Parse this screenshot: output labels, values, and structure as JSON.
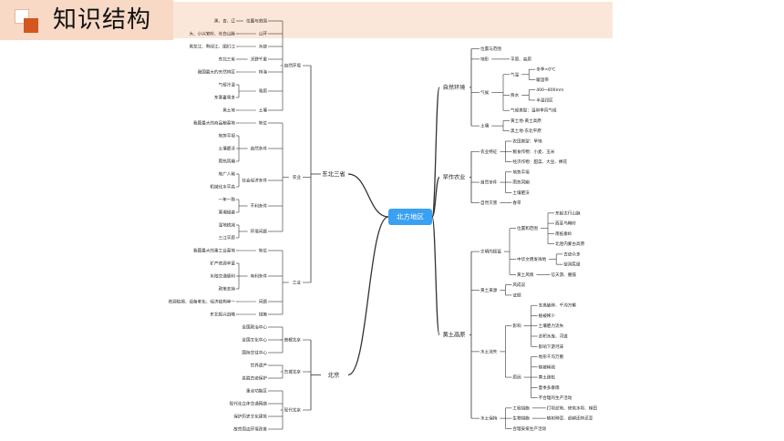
{
  "page_title": "知识结构",
  "center": "北方地区",
  "colors": {
    "accent": "#3aa1f2",
    "header_bg": "#f7d9c6",
    "header_square": "#d3561f",
    "line": "#333333"
  },
  "left": [
    {
      "label": "东北三省",
      "children": [
        {
          "label": "自然环境",
          "children": [
            {
              "label": "位置与范围",
              "children": [
                {
                  "label": "黑、吉、辽"
                }
              ]
            },
            {
              "label": "山环",
              "children": [
                {
                  "label": "大、小兴安岭、长白山脉"
                }
              ]
            },
            {
              "label": "水绕",
              "children": [
                {
                  "label": "黑龙江、鸭绿江、图们江"
                }
              ]
            },
            {
              "label": "沃野千里",
              "children": [
                {
                  "label": "东北三省"
                }
              ]
            },
            {
              "label": "林海",
              "children": [
                {
                  "label": "我国最大的天然林区"
                }
              ]
            },
            {
              "label": "雪原",
              "children": [
                {
                  "label": "气候冷湿"
                },
                {
                  "label": "东寒暑雪多"
                }
              ]
            },
            {
              "label": "土壤",
              "children": [
                {
                  "label": "黑土地"
                }
              ]
            }
          ]
        },
        {
          "label": "农业",
          "children": [
            {
              "label": "地位",
              "children": [
                {
                  "label": "我国最大的商品粮基地"
                }
              ]
            },
            {
              "label": "自然条件",
              "children": [
                {
                  "label": "地势平坦"
                },
                {
                  "label": "土壤肥沃"
                },
                {
                  "label": "雨热同期"
                }
              ]
            },
            {
              "label": "社会经济条件",
              "children": [
                {
                  "label": "地广人稀"
                },
                {
                  "label": "机械化水平高"
                }
              ]
            },
            {
              "label": "不利条件",
              "children": [
                {
                  "label": "一年一熟"
                },
                {
                  "label": "寒潮侵袭"
                }
              ]
            },
            {
              "label": "环境问题",
              "children": [
                {
                  "label": "湿地锐减"
                },
                {
                  "label": "三江平原"
                }
              ]
            }
          ]
        },
        {
          "label": "工业",
          "children": [
            {
              "label": "地位",
              "children": [
                {
                  "label": "我国最大的重工业基地"
                }
              ]
            },
            {
              "label": "有利条件",
              "children": [
                {
                  "label": "矿产资源丰富"
                },
                {
                  "label": "水陆交通便利"
                },
                {
                  "label": "政策支持"
                }
              ]
            },
            {
              "label": "问题",
              "children": [
                {
                  "label": "资源枯竭、设备老化、经济结构单一"
                }
              ]
            },
            {
              "label": "措施",
              "children": [
                {
                  "label": "东北振兴战略"
                }
              ]
            }
          ]
        }
      ]
    },
    {
      "label": "北京",
      "children": [
        {
          "label": "首都北京",
          "children": [
            {
              "label": "全国政治中心"
            },
            {
              "label": "全国文化中心"
            },
            {
              "label": "国际交往中心"
            }
          ]
        },
        {
          "label": "古城北京",
          "children": [
            {
              "label": "世界遗产"
            },
            {
              "label": "名胜古迹保护"
            }
          ]
        },
        {
          "label": "现代北京",
          "children": [
            {
              "label": "重点功能区"
            },
            {
              "label": "现代化立体交通网络"
            },
            {
              "label": "保护历史文化建筑"
            },
            {
              "label": "故宫周边环境改善"
            }
          ]
        }
      ]
    }
  ],
  "right": [
    {
      "label": "自然环境",
      "children": [
        {
          "label": "位置与范围"
        },
        {
          "label": "地形",
          "children": [
            {
              "label": "平原、高原"
            }
          ]
        },
        {
          "label": "气候",
          "children": [
            {
              "label": "气温",
              "children": [
                {
                  "label": "冬季<0℃"
                },
                {
                  "label": "暖温带"
                }
              ]
            },
            {
              "label": "降水",
              "children": [
                {
                  "label": "400~800mm"
                },
                {
                  "label": "半湿润区"
                }
              ]
            },
            {
              "label": "气候类型：温带季风气候"
            }
          ]
        },
        {
          "label": "土壤",
          "children": [
            {
              "label": "黄土地-黄土高原"
            },
            {
              "label": "黑土地-东北平原"
            }
          ]
        }
      ]
    },
    {
      "label": "旱作农业",
      "children": [
        {
          "label": "农业特征",
          "children": [
            {
              "label": "农田类型：旱地"
            },
            {
              "label": "粮食作物：小麦、玉米"
            },
            {
              "label": "经济作物：甜菜、大豆、棉花"
            }
          ]
        },
        {
          "label": "自然条件",
          "children": [
            {
              "label": "地势平坦"
            },
            {
              "label": "雨热同期"
            },
            {
              "label": "土壤肥沃"
            }
          ]
        },
        {
          "label": "自然灾害",
          "children": [
            {
              "label": "春旱"
            }
          ]
        }
      ]
    },
    {
      "label": "黄土高原",
      "children": [
        {
          "label": "文明的摇篮",
          "children": [
            {
              "label": "位置和范围",
              "children": [
                {
                  "label": "东起太行山脉"
                },
                {
                  "label": "西至乌鞘岭"
                },
                {
                  "label": "南抵秦岭"
                },
                {
                  "label": "北连内蒙古高原"
                }
              ]
            },
            {
              "label": "中华文明发祥地",
              "children": [
                {
                  "label": "古迹众多"
                },
                {
                  "label": "窑洞民居"
                }
              ]
            },
            {
              "label": "黄土风情",
              "children": [
                {
                  "label": "信天游、腰鼓"
                }
              ]
            }
          ]
        },
        {
          "label": "黄土来源",
          "children": [
            {
              "label": "风成说"
            },
            {
              "label": "证据"
            }
          ]
        },
        {
          "label": "水土流失",
          "children": [
            {
              "label": "影响",
              "children": [
                {
                  "label": "支离破碎、千沟万壑"
                },
                {
                  "label": "植被稀少"
                },
                {
                  "label": "土壤肥力流失"
                },
                {
                  "label": "淤积水库、河道"
                },
                {
                  "label": "影响下游河床"
                }
              ]
            },
            {
              "label": "原因",
              "children": [
                {
                  "label": "地形千沟万壑"
                },
                {
                  "label": "植被稀疏"
                },
                {
                  "label": "黄土疏松"
                },
                {
                  "label": "夏季多暴雨"
                },
                {
                  "label": "不合理的生产活动"
                }
              ]
            }
          ]
        },
        {
          "label": "水土保持",
          "children": [
            {
              "label": "工程措施",
              "children": [
                {
                  "label": "打坝淤地、修筑水坝、梯田"
                }
              ]
            },
            {
              "label": "生物措施",
              "children": [
                {
                  "label": "植树种草、退耕还林还草"
                }
              ]
            },
            {
              "label": "合理安排生产活动"
            }
          ]
        }
      ]
    }
  ]
}
